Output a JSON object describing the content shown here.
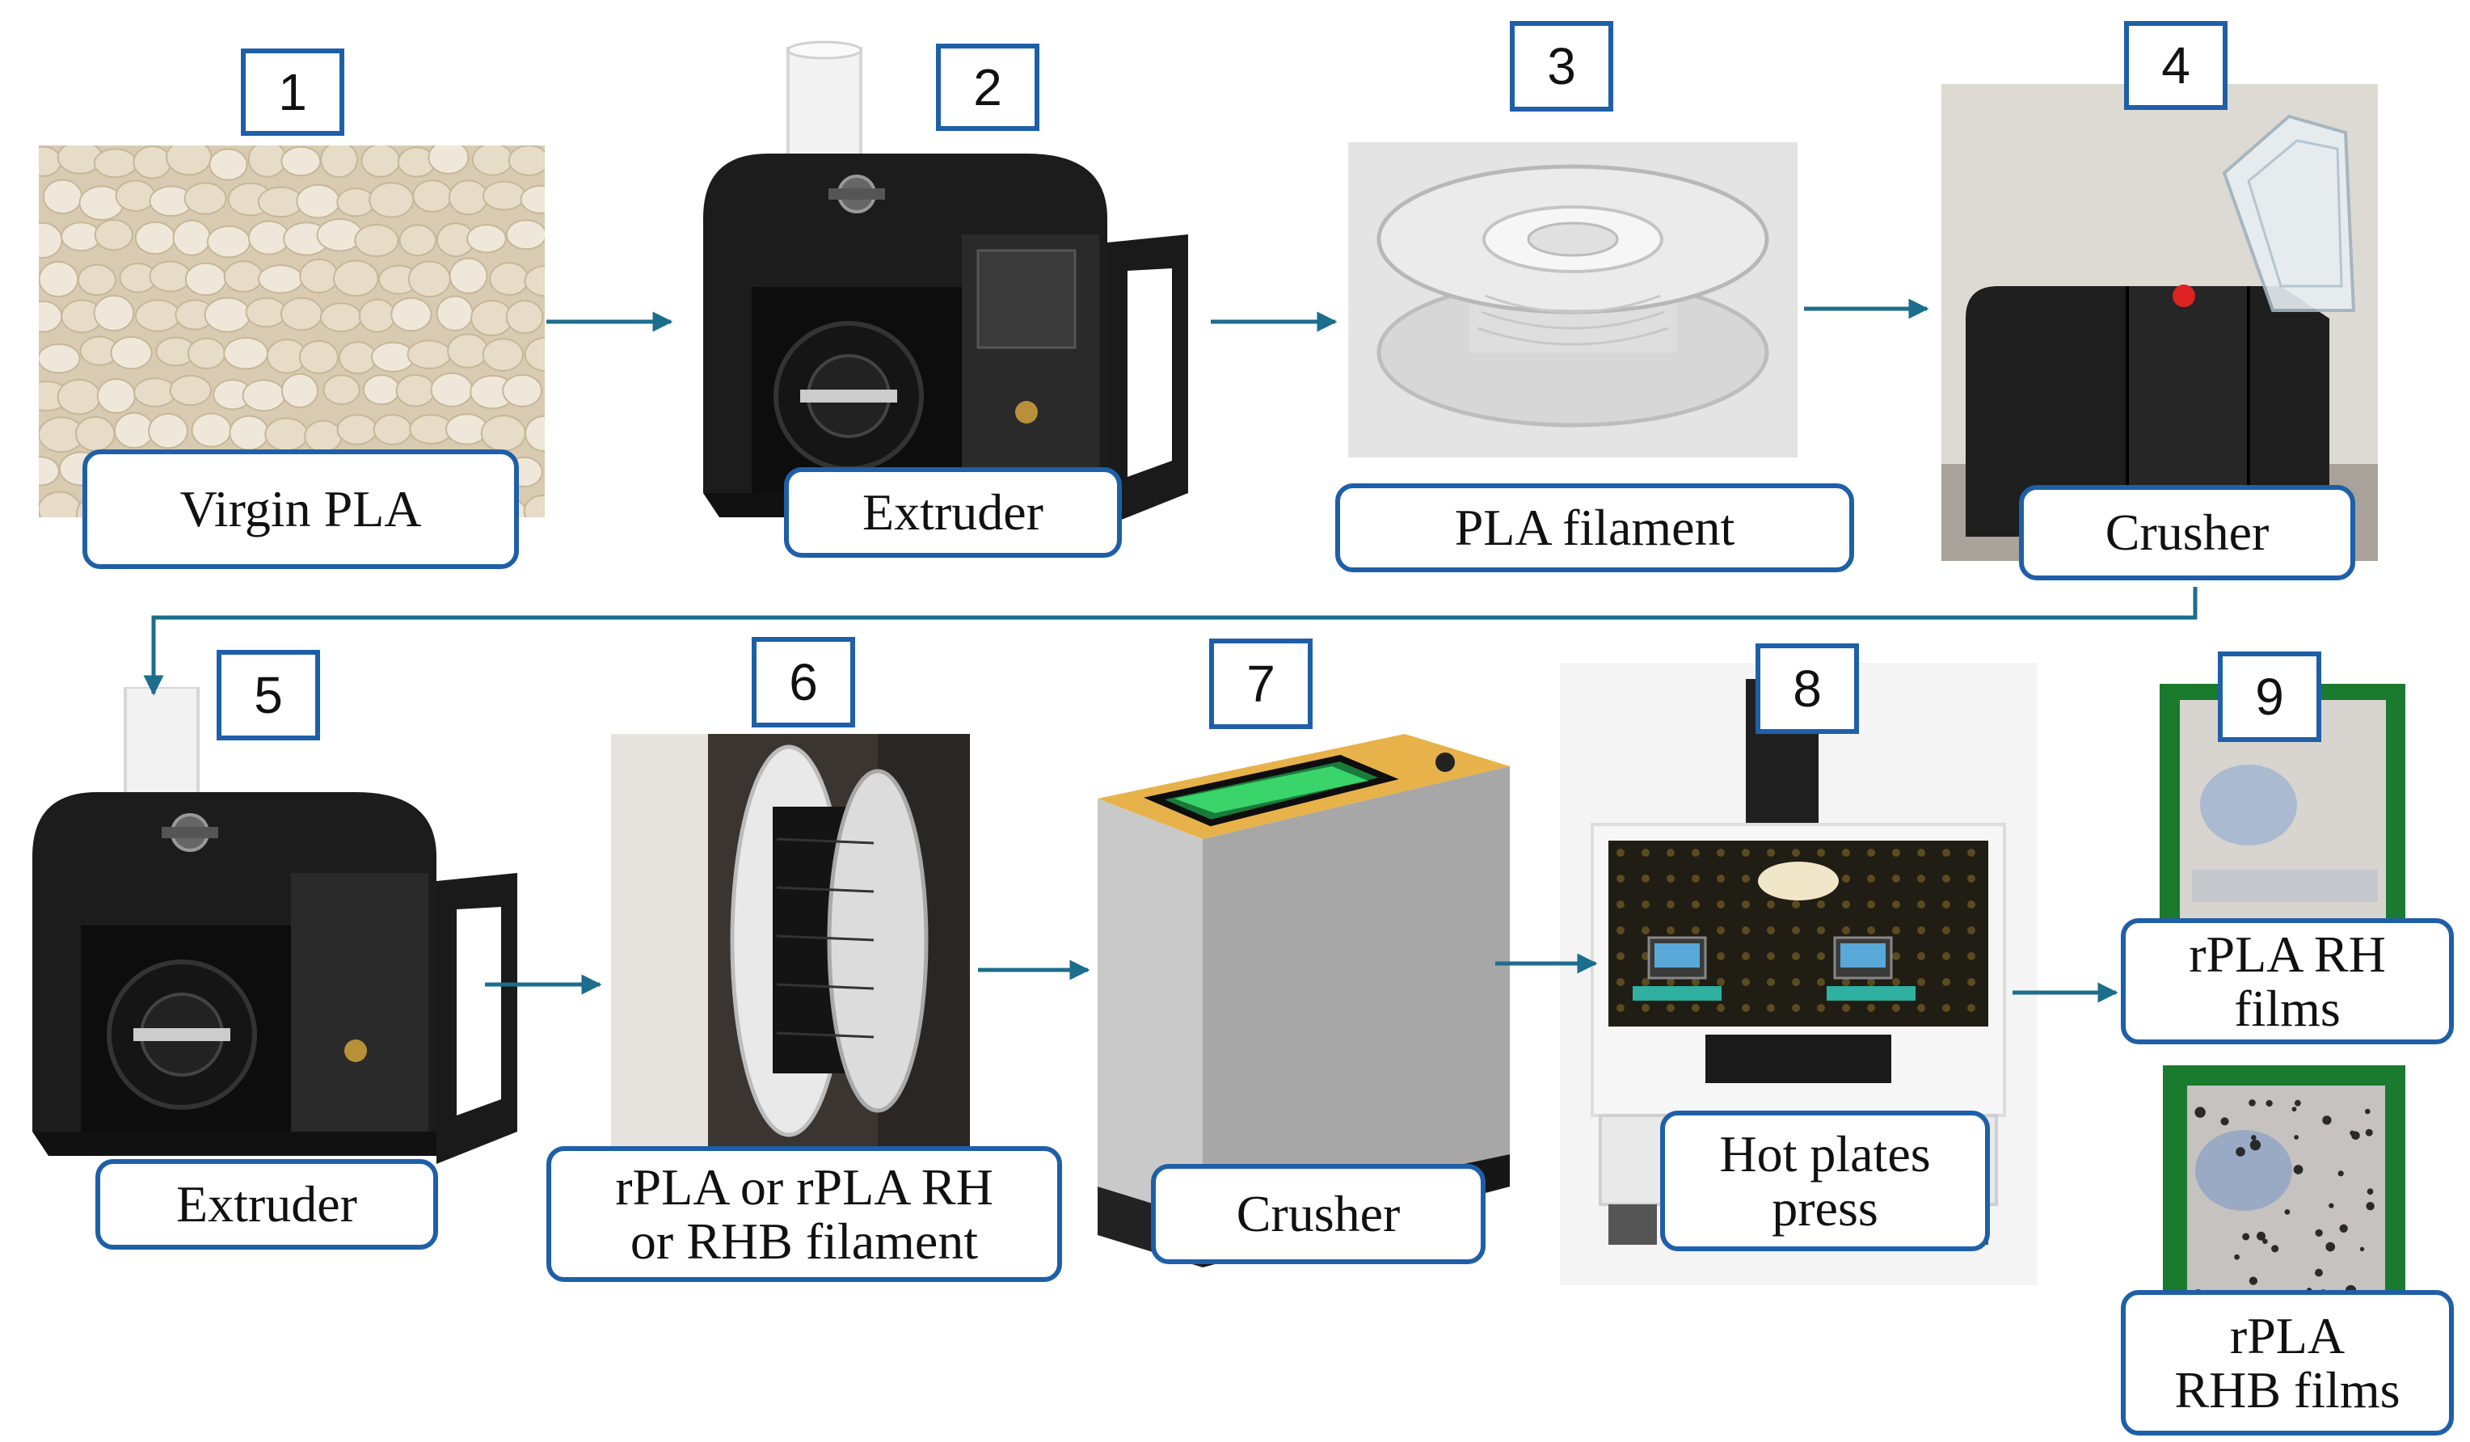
{
  "steps": [
    {
      "num": "1",
      "label": "Virgin PLA"
    },
    {
      "num": "2",
      "label": "Extruder"
    },
    {
      "num": "3",
      "label": "PLA filament"
    },
    {
      "num": "4",
      "label": "Crusher"
    },
    {
      "num": "5",
      "label": "Extruder"
    },
    {
      "num": "6",
      "label": "rPLA or rPLA RH\nor RHB filament"
    },
    {
      "num": "7",
      "label": "Crusher"
    },
    {
      "num": "8",
      "label": "Hot plates\npress"
    },
    {
      "num": "9",
      "label_a": "rPLA RH\nfilms",
      "label_b": "rPLA\nRHB films"
    }
  ],
  "colors": {
    "arrow": "#1d6d8c",
    "box_border": "#1f5fa8"
  },
  "icons": [
    "pellets-photo",
    "extruder-machine",
    "filament-spool",
    "crusher-machine",
    "hot-press-machine",
    "film-sample"
  ]
}
